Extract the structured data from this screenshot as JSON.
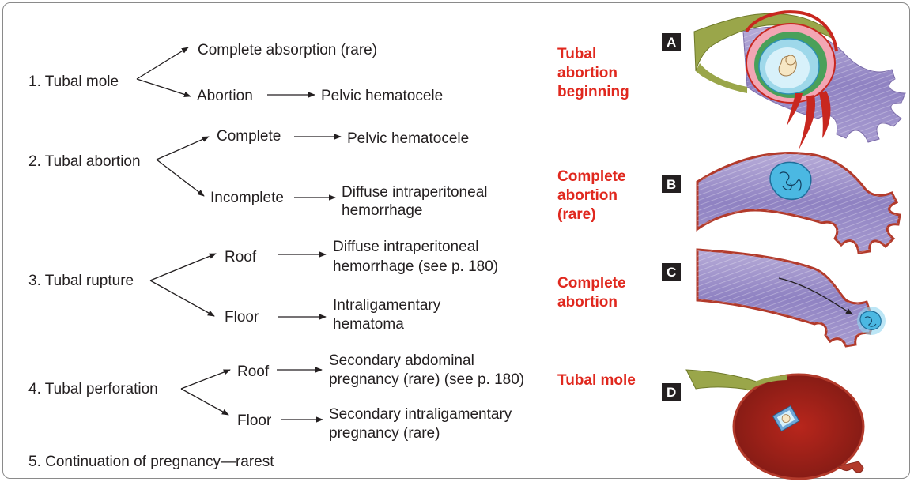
{
  "items": [
    {
      "title": "1. Tubal mole",
      "upper": {
        "label": "Complete absorption (rare)",
        "result": []
      },
      "lower": {
        "label": "Abortion",
        "result": [
          "Pelvic hematocele"
        ]
      }
    },
    {
      "title": "2. Tubal abortion",
      "upper": {
        "label": "Complete",
        "result": [
          "Pelvic hematocele"
        ]
      },
      "lower": {
        "label": "Incomplete",
        "result": [
          "Diffuse intraperitoneal",
          "hemorrhage"
        ]
      }
    },
    {
      "title": "3. Tubal rupture",
      "upper": {
        "label": "Roof",
        "result": [
          "Diffuse intraperitoneal",
          "hemorrhage (see p. 180)"
        ]
      },
      "lower": {
        "label": "Floor",
        "result": [
          "Intraligamentary",
          "hematoma"
        ]
      }
    },
    {
      "title": "4. Tubal perforation",
      "upper": {
        "label": "Roof",
        "result": [
          "Secondary abdominal",
          "pregnancy (rare) (see p. 180)"
        ]
      },
      "lower": {
        "label": "Floor",
        "result": [
          "Secondary intraligamentary",
          "pregnancy (rare)"
        ]
      }
    }
  ],
  "item5": "5. Continuation of pregnancy—rarest",
  "captions": [
    [
      "Tubal",
      "abortion",
      "beginning"
    ],
    [
      "Complete",
      "abortion",
      "(rare)"
    ],
    [
      "Complete",
      "abortion"
    ],
    [
      "Tubal mole"
    ]
  ],
  "panel_labels": [
    "A",
    "B",
    "C",
    "D"
  ],
  "colors": {
    "caption_red": "#e0281e",
    "tube_purple": "#9f93c8",
    "tube_wall": "#b23a2b",
    "mesosalpinx_green": "#9aa64a",
    "blood_red": "#c8271f",
    "embryo_blue": "#5ec8e8",
    "label_box": "#231f20"
  },
  "icons": [
    "panel-a-illustration",
    "panel-b-illustration",
    "panel-c-illustration",
    "panel-d-illustration"
  ]
}
